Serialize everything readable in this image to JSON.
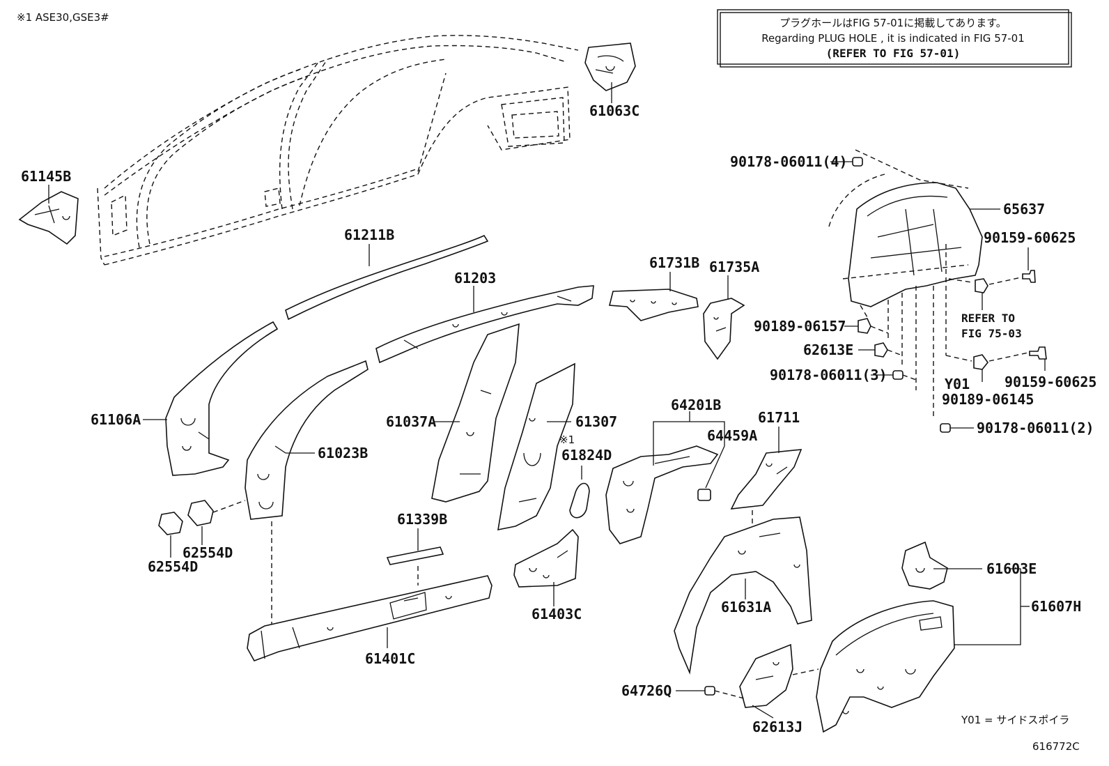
{
  "header": {
    "variant_note": "※1 ASE30,GSE3#"
  },
  "notice": {
    "line_jp": "プラグホールはFIG 57-01に掲載してあります。",
    "line_en": "Regarding  PLUG  HOLE , it is indicated in FIG  57-01",
    "line_ref": "(REFER TO FIG 57-01)"
  },
  "labels": {
    "p61063C": "61063C",
    "p61145B": "61145B",
    "p61211B": "61211B",
    "p61203": "61203",
    "p61731B": "61731B",
    "p61735A": "61735A",
    "p61106A": "61106A",
    "p61037A": "61037A",
    "p61307": "61307",
    "p61023B": "61023B",
    "p64201B": "64201B",
    "p61711": "61711",
    "p64459A": "64459A",
    "p61824D_mark": "※1",
    "p61824D": "61824D",
    "p61339B": "61339B",
    "p62554D_a": "62554D",
    "p62554D_b": "62554D",
    "p61403C": "61403C",
    "p61401C": "61401C",
    "p61631A": "61631A",
    "p61603E": "61603E",
    "p61607H": "61607H",
    "p64726Q": "64726Q",
    "p62613J": "62613J",
    "p90178_4": "90178-06011(4)",
    "p65637": "65637",
    "p90159_a": "90159-60625",
    "p90159_b": "90159-60625",
    "refer_line1": "REFER TO",
    "refer_line2": "FIG 75-03",
    "p90189_06157": "90189-06157",
    "p62613E": "62613E",
    "p90178_3": "90178-06011(3)",
    "y01": "Y01",
    "p90189_06145": "90189-06145",
    "p90178_2": "90178-06011(2)"
  },
  "footer": {
    "legend": "Y01 = サイドスポイラ",
    "figure_id": "616772C"
  }
}
